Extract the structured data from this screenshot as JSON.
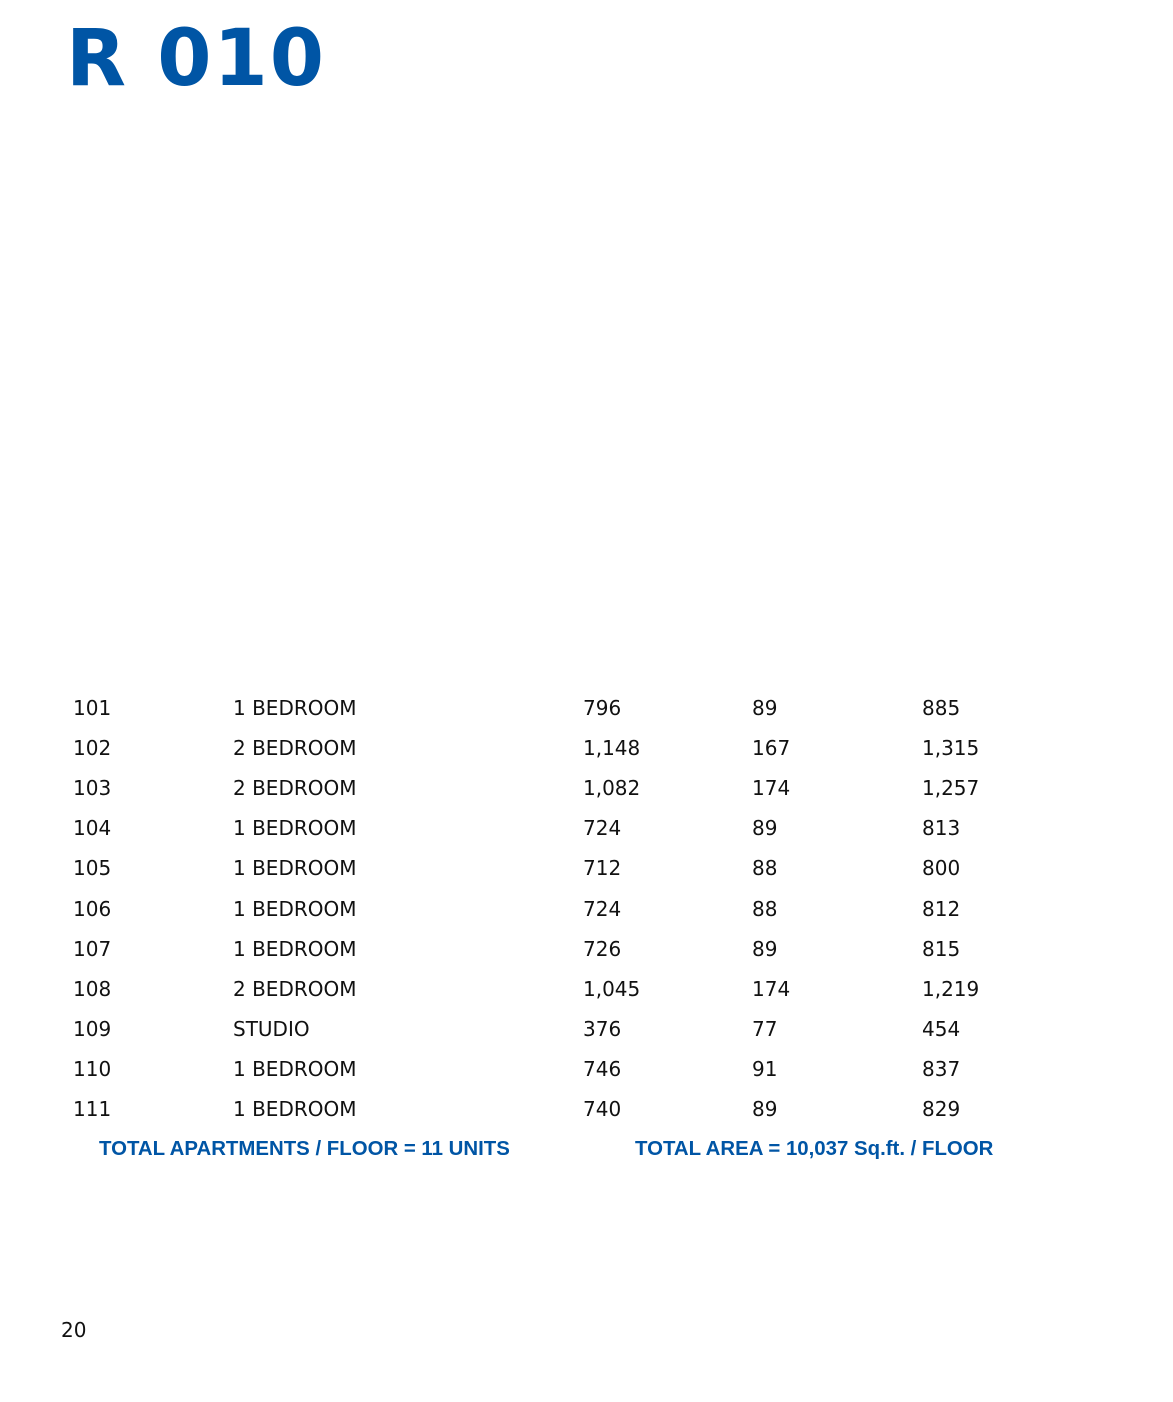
{
  "title": "R 010",
  "accent_color": "#0055a5",
  "rows": [
    [
      "101",
      "1 BEDROOM",
      "796",
      "89",
      "885"
    ],
    [
      "102",
      "2 BEDROOM",
      "1,148",
      "167",
      "1,315"
    ],
    [
      "103",
      "2 BEDROOM",
      "1,082",
      "174",
      "1,257"
    ],
    [
      "104",
      "1 BEDROOM",
      "724",
      "89",
      "813"
    ],
    [
      "105",
      "1 BEDROOM",
      "712",
      "88",
      "800"
    ],
    [
      "106",
      "1 BEDROOM",
      "724",
      "88",
      "812"
    ],
    [
      "107",
      "1 BEDROOM",
      "726",
      "89",
      "815"
    ],
    [
      "108",
      "2 BEDROOM",
      "1,045",
      "174",
      "1,219"
    ],
    [
      "109",
      "STUDIO",
      "376",
      "77",
      "454"
    ],
    [
      "110",
      "1 BEDROOM",
      "746",
      "91",
      "837"
    ],
    [
      "111",
      "1 BEDROOM",
      "740",
      "89",
      "829"
    ]
  ],
  "totals": {
    "apartments": "TOTAL  APARTMENTS / FLOOR = 11 UNITS",
    "area": "TOTAL AREA = 10,037 Sq.ft. / FLOOR"
  },
  "page_number": "20"
}
